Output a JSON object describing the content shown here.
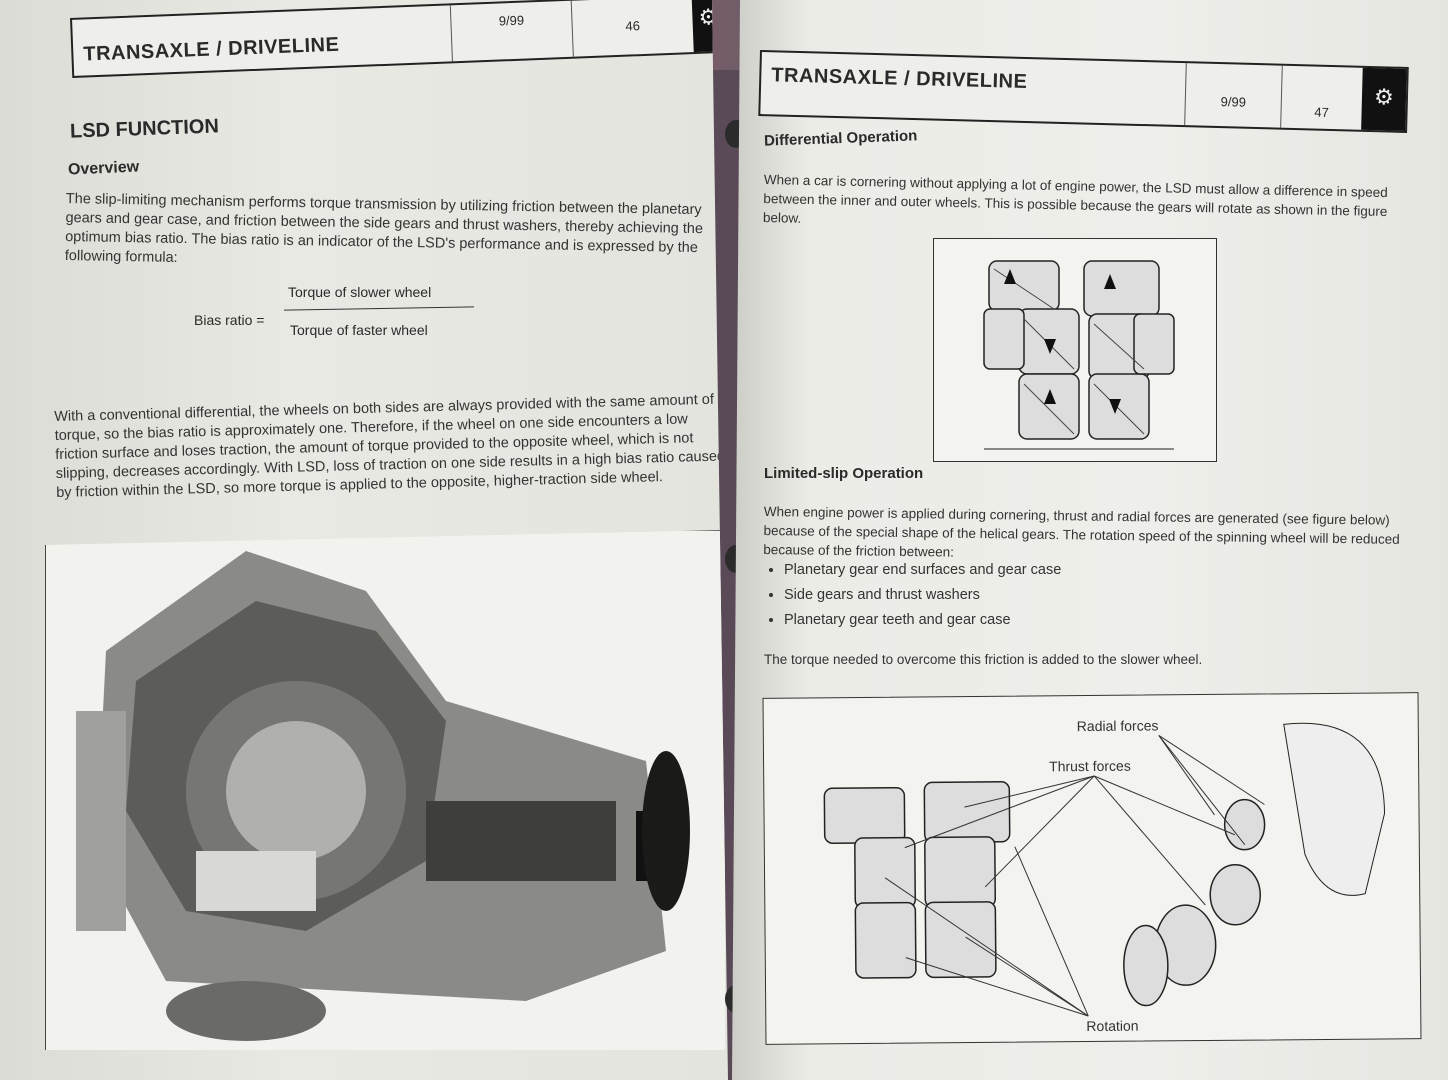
{
  "left_page": {
    "header": {
      "title": "TRANSAXLE / DRIVELINE",
      "date": "9/99",
      "page": "46",
      "icon": "gears-icon"
    },
    "section_title": "LSD FUNCTION",
    "subtitle": "Overview",
    "intro": "The slip-limiting mechanism performs torque transmission by utilizing friction between the planetary gears and gear case, and friction between the side gears and thrust washers, thereby achieving the optimum bias ratio. The bias ratio is an indicator of the LSD's performance and is expressed by the following formula:",
    "formula": {
      "lhs": "Bias ratio =",
      "numerator": "Torque of slower wheel",
      "denominator": "Torque of faster wheel"
    },
    "body": "With a conventional differential, the wheels on both sides are always provided with the same amount of torque, so the bias ratio is approximately one.  Therefore, if the wheel on one side encounters a low friction surface and loses traction, the amount of torque provided to the opposite wheel, which is not slipping, decreases accordingly. With LSD, loss of traction on one side results in a high bias ratio caused by friction within the LSD, so more torque is applied to the opposite, higher-traction side wheel."
  },
  "right_page": {
    "header": {
      "title": "TRANSAXLE / DRIVELINE",
      "date": "9/99",
      "page": "47",
      "icon": "gears-icon"
    },
    "section1_title": "Differential Operation",
    "section1_body": "When a car is cornering without applying a lot of engine power, the LSD must allow a difference in speed between the inner and outer wheels.  This is possible because the gears will rotate as shown in the figure below.",
    "section2_title": "Limited-slip Operation",
    "section2_body": "When engine power is applied during cornering, thrust and radial forces are generated (see figure below) because of the special shape of the helical gears.  The rotation speed of the spinning wheel will be reduced because of the friction between:",
    "bullets": [
      "Planetary gear end surfaces and gear case",
      "Side gears and thrust washers",
      "Planetary gear teeth and gear case"
    ],
    "closing": "The torque needed to overcome this friction is added to the slower wheel.",
    "figure_labels": {
      "radial": "Radial forces",
      "thrust": "Thrust forces",
      "rotation": "Rotation"
    }
  }
}
